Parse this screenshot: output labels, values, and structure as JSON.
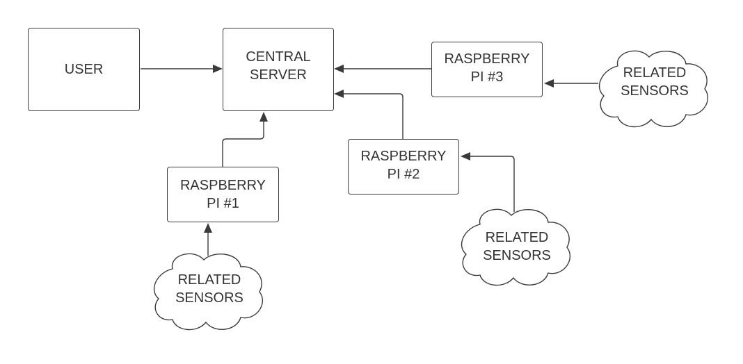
{
  "diagram": {
    "nodes": {
      "user": "USER",
      "central_server": "CENTRAL\nSERVER",
      "pi1": "RASPBERRY\nPI #1",
      "pi2": "RASPBERRY\nPI #2",
      "pi3": "RASPBERRY\nPI #3",
      "sensors1": "RELATED\nSENSORS",
      "sensors2": "RELATED\nSENSORS",
      "sensors3": "RELATED\nSENSORS"
    },
    "edges": [
      {
        "from": "user",
        "to": "central_server"
      },
      {
        "from": "pi1",
        "to": "central_server"
      },
      {
        "from": "pi2",
        "to": "central_server"
      },
      {
        "from": "pi3",
        "to": "central_server"
      },
      {
        "from": "sensors1",
        "to": "pi1"
      },
      {
        "from": "sensors2",
        "to": "pi2"
      },
      {
        "from": "sensors3",
        "to": "pi3"
      }
    ],
    "colors": {
      "stroke": "#3a3a3a",
      "text": "#333333",
      "background": "#ffffff"
    }
  }
}
